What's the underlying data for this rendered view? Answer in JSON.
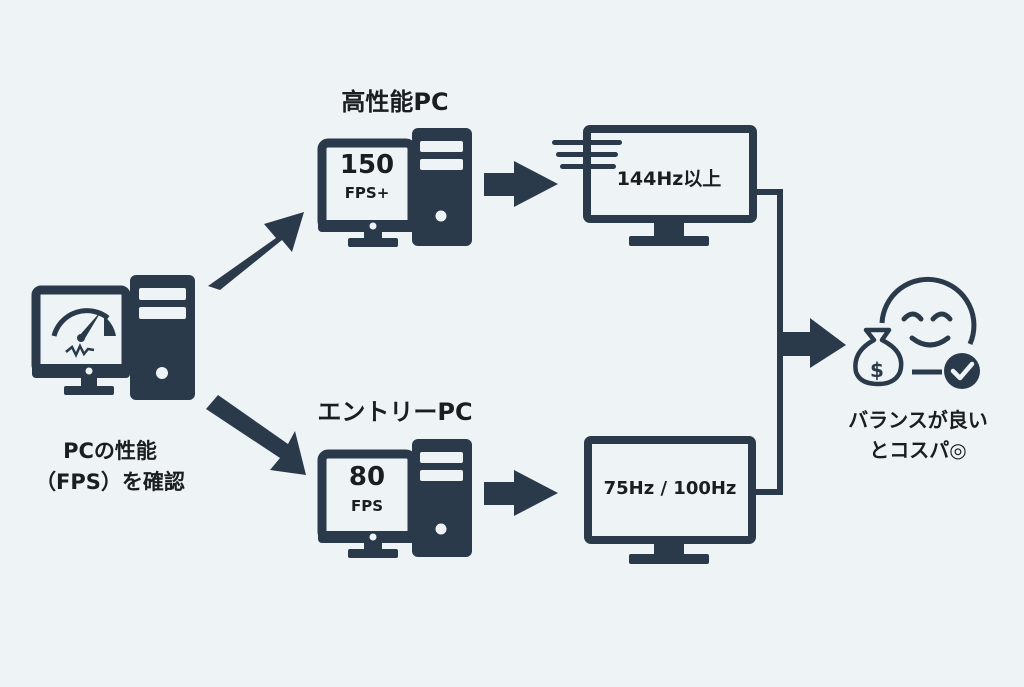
{
  "start": {
    "caption_line1": "PCの性能",
    "caption_line2": "（FPS）を確認",
    "icon": "monitor-speedometer-tower-icon"
  },
  "high_pc": {
    "title": "高性能PC",
    "fps_value": "150",
    "fps_unit": "FPS+",
    "monitor": {
      "label": "144Hz以上",
      "icon": "fast-monitor-icon"
    }
  },
  "entry_pc": {
    "title": "エントリーPC",
    "fps_value": "80",
    "fps_unit": "FPS",
    "monitor": {
      "label": "75Hz / 100Hz",
      "icon": "monitor-icon"
    }
  },
  "result": {
    "caption_line1": "バランスが良い",
    "caption_line2": "とコスパ◎",
    "icon": "smile-moneybag-check-icon"
  },
  "colors": {
    "ink": "#2a3a4a",
    "background": "#eef3f6",
    "text": "#1a1d21"
  }
}
